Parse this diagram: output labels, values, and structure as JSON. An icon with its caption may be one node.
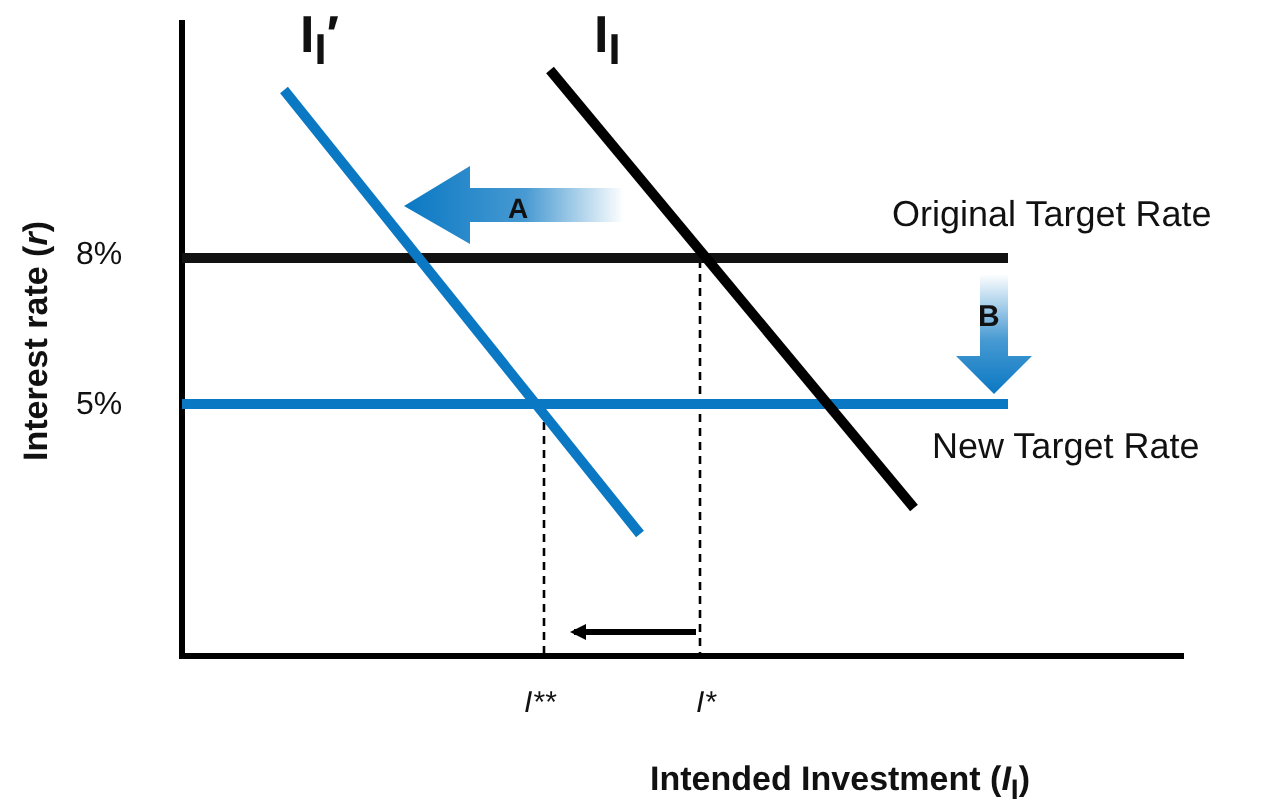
{
  "diagram": {
    "labels": [
      "I$_{I}$′",
      "I$_{I}$",
      "Interest rate (*r*)",
      "A",
      "Original Target Rate",
      "8%",
      "B",
      "5%",
      "New Target Rate",
      "I**",
      "I*",
      "Intended Investment (*I*$_{I}$)"
    ]
  }
}
